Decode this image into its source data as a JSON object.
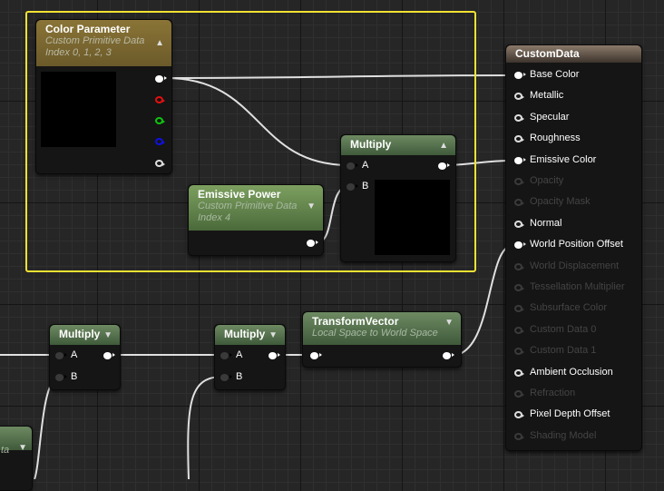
{
  "colors": {
    "comment_border": "#f2e233",
    "param_header": "#8a7436",
    "math_header": "#5a7a50",
    "output_header": "#6b5d50",
    "wire": "#e0e0e0",
    "pin_r": "#e01010",
    "pin_g": "#10c010",
    "pin_b": "#1010e0"
  },
  "color_parameter": {
    "title": "Color Parameter",
    "subtitle1": "Custom Primitive Data",
    "subtitle2": "Index 0, 1, 2, 3",
    "collapse_icon": "triangle-up"
  },
  "emissive_power": {
    "title": "Emissive Power",
    "subtitle1": "Custom Primitive Data",
    "subtitle2": "Index 4",
    "expand_icon": "triangle-down"
  },
  "multiply_top": {
    "title": "Multiply",
    "pin_a": "A",
    "pin_b": "B"
  },
  "multiply_1": {
    "title": "Multiply",
    "pin_a": "A",
    "pin_b": "B"
  },
  "multiply_2": {
    "title": "Multiply",
    "pin_a": "A",
    "pin_b": "B"
  },
  "transform_vector": {
    "title": "TransformVector",
    "subtitle": "Local Space to World Space"
  },
  "partial_node": {
    "subtitle_fragment": "ta"
  },
  "custom_data": {
    "title": "CustomData",
    "pins": [
      {
        "label": "Base Color",
        "state": "connected"
      },
      {
        "label": "Metallic",
        "state": "enabled"
      },
      {
        "label": "Specular",
        "state": "enabled"
      },
      {
        "label": "Roughness",
        "state": "enabled"
      },
      {
        "label": "Emissive Color",
        "state": "connected"
      },
      {
        "label": "Opacity",
        "state": "disabled"
      },
      {
        "label": "Opacity Mask",
        "state": "disabled"
      },
      {
        "label": "Normal",
        "state": "enabled"
      },
      {
        "label": "World Position Offset",
        "state": "connected"
      },
      {
        "label": "World Displacement",
        "state": "disabled"
      },
      {
        "label": "Tessellation Multiplier",
        "state": "disabled"
      },
      {
        "label": "Subsurface Color",
        "state": "disabled"
      },
      {
        "label": "Custom Data 0",
        "state": "disabled"
      },
      {
        "label": "Custom Data 1",
        "state": "disabled"
      },
      {
        "label": "Ambient Occlusion",
        "state": "enabled"
      },
      {
        "label": "Refraction",
        "state": "disabled"
      },
      {
        "label": "Pixel Depth Offset",
        "state": "enabled"
      },
      {
        "label": "Shading Model",
        "state": "disabled"
      }
    ]
  }
}
